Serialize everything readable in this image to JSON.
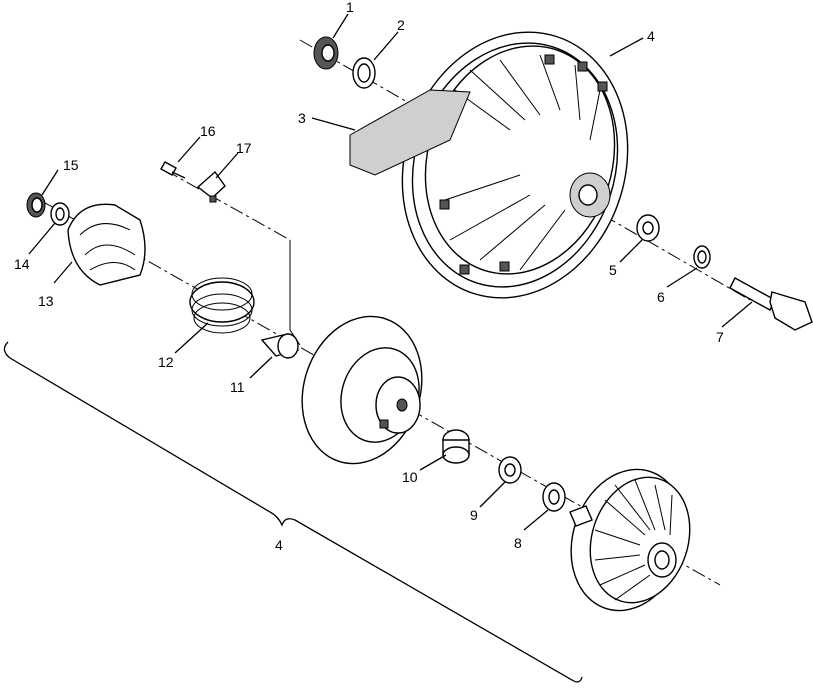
{
  "callouts": {
    "c1": "1",
    "c2": "2",
    "c3": "3",
    "c4_top": "4",
    "c5": "5",
    "c6": "6",
    "c7": "7",
    "c8": "8",
    "c9": "9",
    "c10": "10",
    "c11": "11",
    "c12": "12",
    "c13": "13",
    "c14": "14",
    "c15": "15",
    "c16": "16",
    "c17": "17",
    "c4_bracket": "4"
  }
}
